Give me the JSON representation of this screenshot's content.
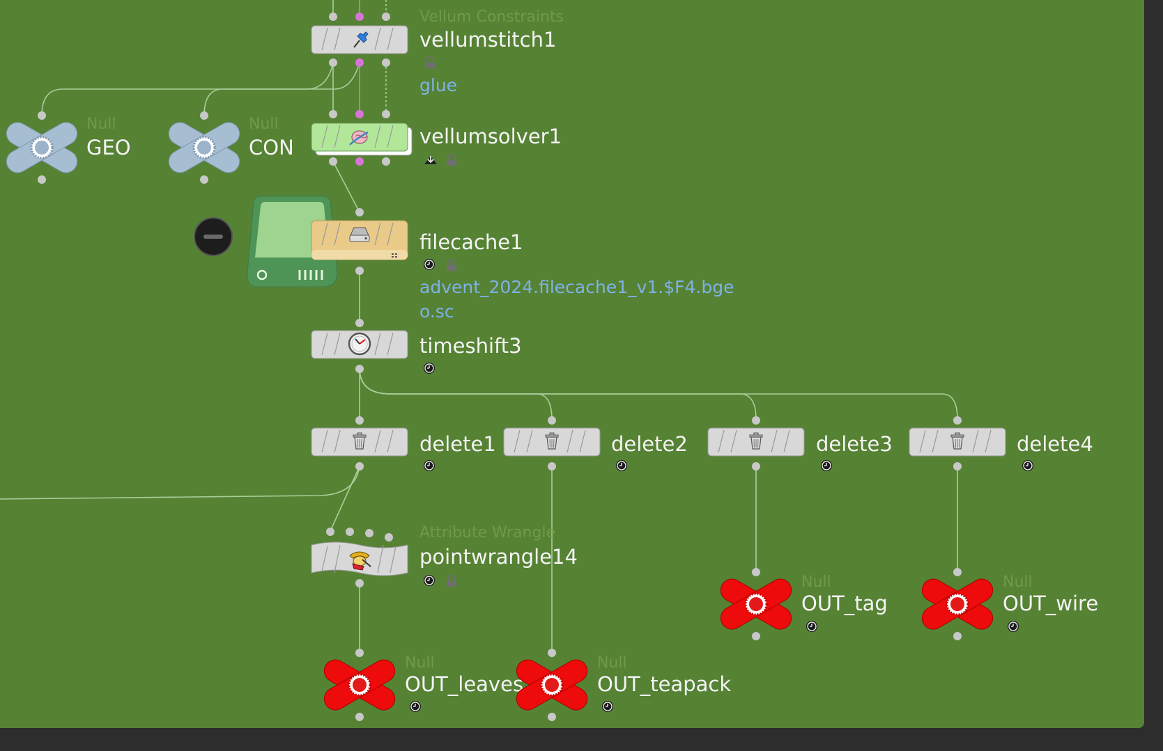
{
  "colors": {
    "network_bg": "#568234",
    "outside_bg": "#2d2d2d",
    "wire": "#a9cf9a",
    "constraint_wire": "#d873d8",
    "node_grey": "#d8d8d8",
    "null_blue": "#a6bdd2",
    "null_red": "#ee0b0b",
    "solver_green": "#b2e79a",
    "cache_tan": "#e9ca88",
    "param_text": "#7fb2e6"
  },
  "nodes": {
    "vellumstitch1": {
      "type": "Vellum Constraints",
      "name": "vellumstitch1",
      "param": "glue",
      "icon": "pushpin-icon"
    },
    "vellumsolver1": {
      "name": "vellumsolver1",
      "icon": "vellum-solver-icon"
    },
    "null_geo": {
      "type": "Null",
      "name": "GEO",
      "icon": "null-icon"
    },
    "null_con": {
      "type": "Null",
      "name": "CON",
      "icon": "null-icon"
    },
    "filecache1": {
      "name": "filecache1",
      "param_line1": "advent_2024.filecache1_v1.$F4.bge",
      "param_line2": "o.sc",
      "icon": "hard-drive-icon"
    },
    "timeshift3": {
      "name": "timeshift3",
      "icon": "clock-icon"
    },
    "delete1": {
      "name": "delete1",
      "icon": "trash-can-icon"
    },
    "delete2": {
      "name": "delete2",
      "icon": "trash-can-icon"
    },
    "delete3": {
      "name": "delete3",
      "icon": "trash-can-icon"
    },
    "delete4": {
      "name": "delete4",
      "icon": "trash-can-icon"
    },
    "pointwrangle14": {
      "type": "Attribute Wrangle",
      "name": "pointwrangle14",
      "icon": "wrangler-icon"
    },
    "out_leaves": {
      "type": "Null",
      "name": "OUT_leaves",
      "icon": "null-icon"
    },
    "out_teapack": {
      "type": "Null",
      "name": "OUT_teapack",
      "icon": "null-icon"
    },
    "out_tag": {
      "type": "Null",
      "name": "OUT_tag",
      "icon": "null-icon"
    },
    "out_wire": {
      "type": "Null",
      "name": "OUT_wire",
      "icon": "null-icon"
    }
  }
}
